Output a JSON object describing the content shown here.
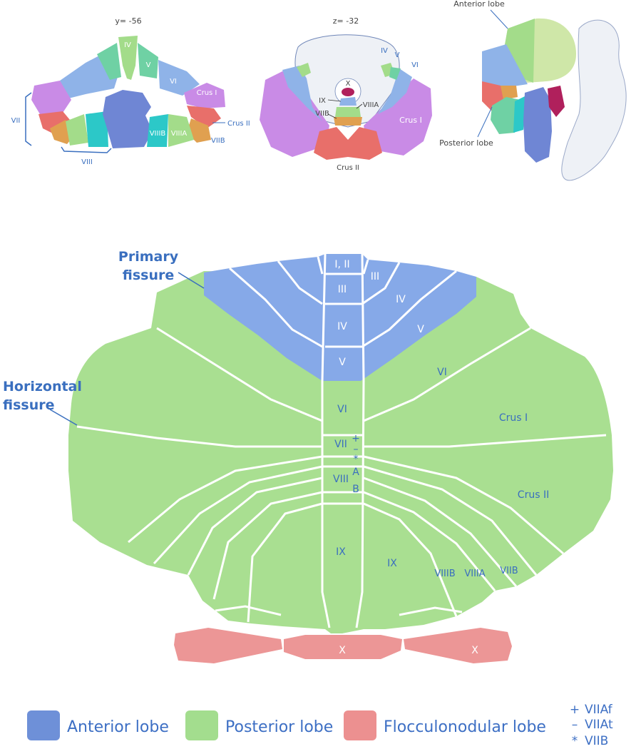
{
  "panels": {
    "coronal": {
      "title": "y= -56",
      "labels": {
        "iv": "IV",
        "v": "V",
        "vi": "VI",
        "crus1": "Crus I",
        "vii": "VII",
        "crus2": "Crus II",
        "viib": "VIIB",
        "viiia": "VIIIA",
        "viiib": "VIIIB",
        "viii": "VIII"
      }
    },
    "axial": {
      "title": "z= -32",
      "labels": {
        "iv": "IV",
        "v": "V",
        "vi": "VI",
        "x": "X",
        "ix": "IX",
        "viiia": "VIIIA",
        "viib": "VIIB",
        "crus1": "Crus I",
        "crus2": "Crus II"
      }
    },
    "sagittal": {
      "labels": {
        "anterior": "Anterior lobe",
        "posterior": "Posterior lobe"
      }
    }
  },
  "flatmap": {
    "primary_fissure": [
      "Primary",
      "fissure"
    ],
    "horizontal_fissure": [
      "Horizontal",
      "fissure"
    ],
    "labels": {
      "i_ii": "I, II",
      "iii_c": "III",
      "iii_r": "III",
      "iv_c": "IV",
      "iv_r": "IV",
      "v_c": "V",
      "v_r": "V",
      "vi_c": "VI",
      "vi_r": "VI",
      "crus1": "Crus I",
      "vii": "VII",
      "plus": "+",
      "minus": "–",
      "star": "*",
      "a": "A",
      "viii": "VIII",
      "b": "B",
      "crus2": "Crus II",
      "ix_c": "IX",
      "ix_r": "IX",
      "viiib": "VIIIB",
      "viiia": "VIIIA",
      "viib": "VIIB",
      "x_c": "X",
      "x_r": "X"
    }
  },
  "legend": {
    "items": [
      {
        "label": "Anterior lobe",
        "color": "#6e90d8"
      },
      {
        "label": "Posterior lobe",
        "color": "#a3dd8e"
      },
      {
        "label": "Flocculonodular lobe",
        "color": "#ec9090"
      }
    ],
    "key": [
      {
        "symbol": "+",
        "label": "VIIAf"
      },
      {
        "symbol": "–",
        "label": "VIIAt"
      },
      {
        "symbol": "*",
        "label": "VIIB"
      }
    ]
  },
  "colors": {
    "anterior": "#86a9e8",
    "posterior": "#a9df91",
    "floccular": "#ec9696",
    "label": "#3a6fbf"
  }
}
